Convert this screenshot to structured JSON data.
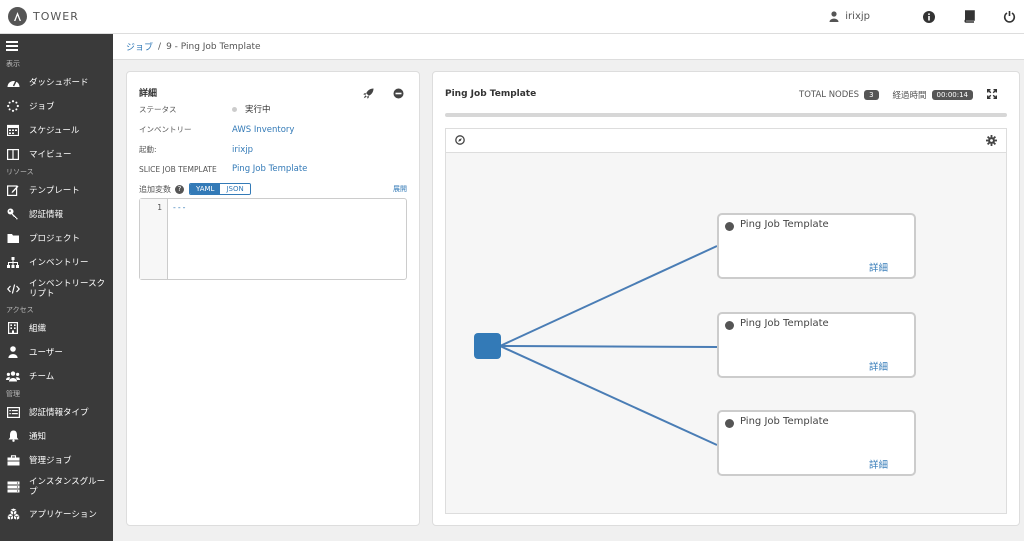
{
  "app": {
    "title": "TOWER"
  },
  "header": {
    "user": "irixjp"
  },
  "sidebar": {
    "sections": {
      "view": "表示",
      "resources": "リソース",
      "access": "アクセス",
      "admin": "管理"
    },
    "items": {
      "dashboard": "ダッシュボード",
      "jobs": "ジョブ",
      "schedules": "スケジュール",
      "my_view": "マイビュー",
      "templates": "テンプレート",
      "credentials": "認証情報",
      "projects": "プロジェクト",
      "inventories": "インベントリー",
      "inventory_scripts": "インベントリースクリプト",
      "organizations": "組織",
      "users": "ユーザー",
      "teams": "チーム",
      "credential_types": "認証情報タイプ",
      "notifications": "通知",
      "management_jobs": "管理ジョブ",
      "instance_groups": "インスタンスグループ",
      "applications": "アプリケーション"
    }
  },
  "breadcrumb": {
    "parent": "ジョブ",
    "separator": "/",
    "current": "9 - Ping Job Template"
  },
  "details": {
    "title": "詳細",
    "status_label": "ステータス",
    "status_value": "実行中",
    "inventory_label": "インベントリー",
    "inventory_value": "AWS Inventory",
    "launched_by_label": "起動:",
    "launched_by_value": "irixjp",
    "slice_label": "SLICE JOB TEMPLATE",
    "slice_value": "Ping Job Template",
    "extra_vars_label": "追加変数",
    "yaml_label": "YAML",
    "json_label": "JSON",
    "expand_label": "展開",
    "editor_line": "1",
    "editor_code": "---"
  },
  "workflow": {
    "title": "Ping Job Template",
    "total_nodes_label": "TOTAL NODES",
    "total_nodes_value": "3",
    "elapsed_label": "経過時間",
    "elapsed_value": "00:00:14",
    "nodes": [
      {
        "name": "Ping Job Template",
        "detail": "詳細"
      },
      {
        "name": "Ping Job Template",
        "detail": "詳細"
      },
      {
        "name": "Ping Job Template",
        "detail": "詳細"
      }
    ]
  },
  "colors": {
    "accent": "#337ab7",
    "sidebar_bg": "#3a3a3a"
  }
}
